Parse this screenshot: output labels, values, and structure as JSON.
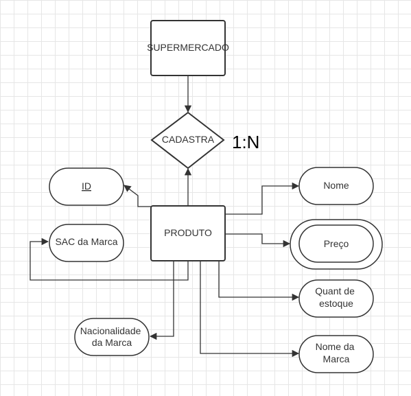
{
  "entities": {
    "supermercado": "SUPERMERCADO",
    "produto": "PRODUTO"
  },
  "relationship": {
    "label": "CADASTRA",
    "cardinality": "1:N"
  },
  "attributes": {
    "id": "ID",
    "sac_da_marca": "SAC da Marca",
    "nacionalidade": [
      "Nacionalidade",
      "da Marca"
    ],
    "nome": "Nome",
    "preco": "Preço",
    "quant_estoque": [
      "Quant de",
      "estoque"
    ],
    "nome_da_marca": [
      "Nome da",
      "Marca"
    ]
  },
  "colors": {
    "stroke": "#333333",
    "grid": "#e6e6e6",
    "fill": "#ffffff"
  }
}
